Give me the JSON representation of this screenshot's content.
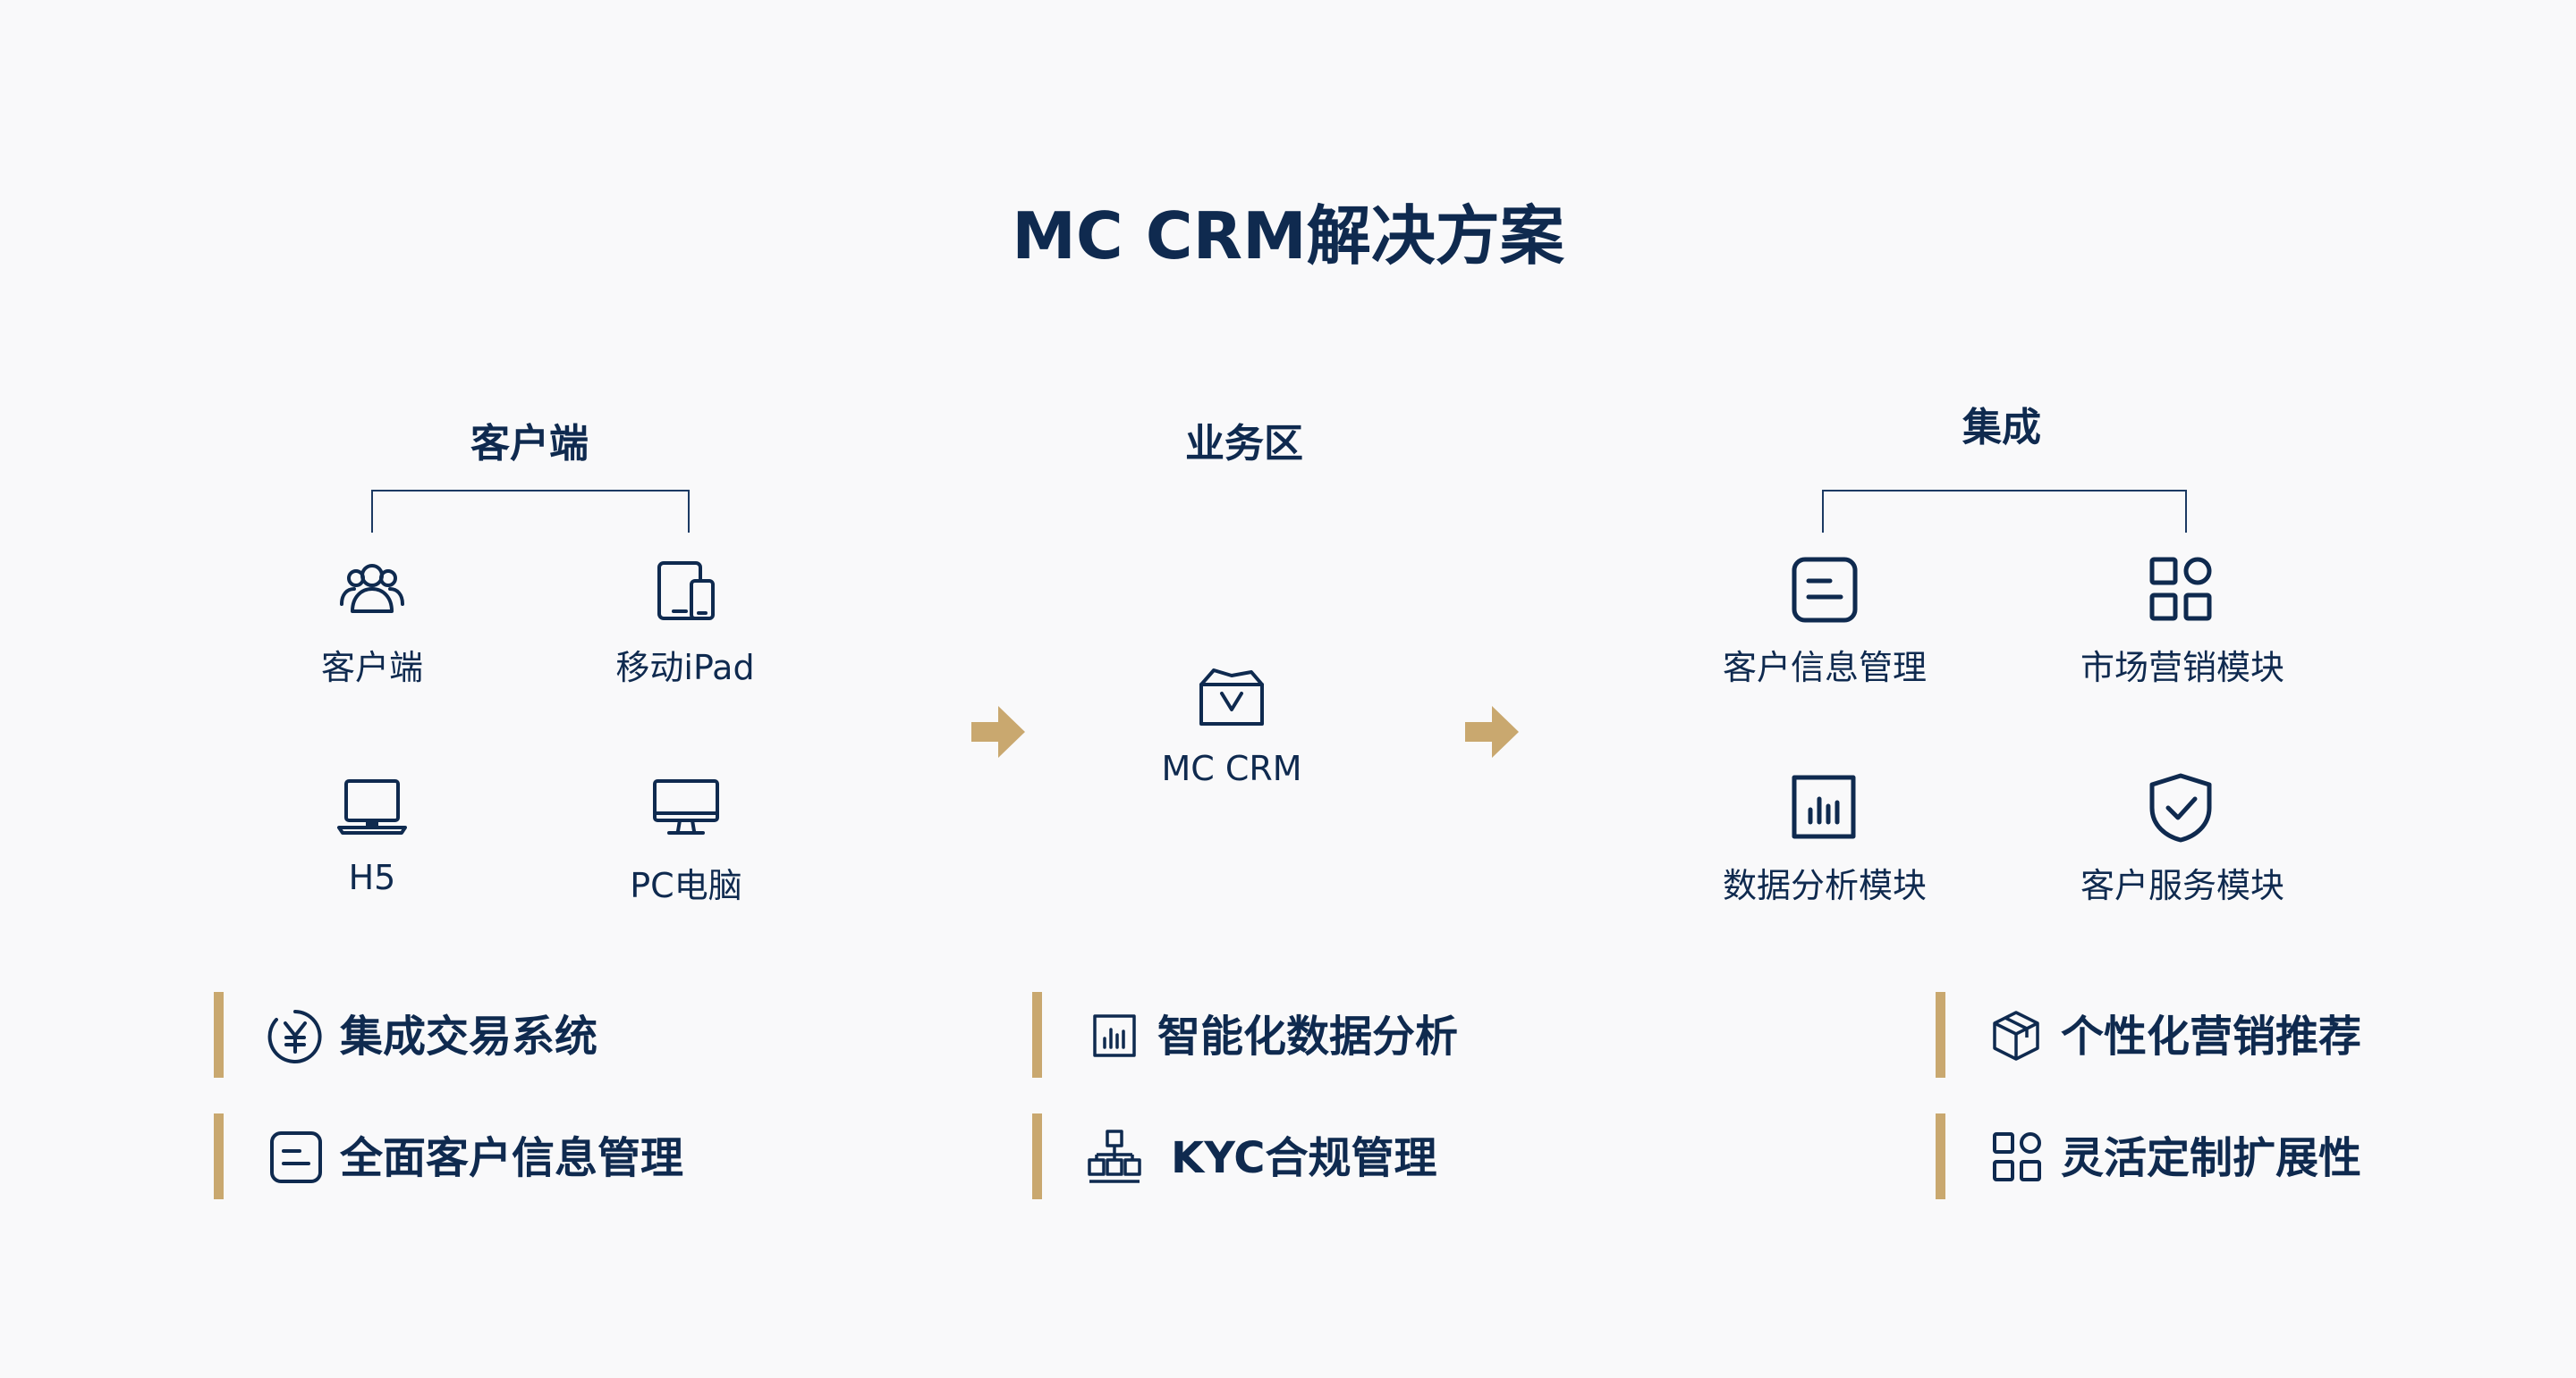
{
  "title": "MC CRM解决方案",
  "sections": {
    "client": {
      "title": "客户端",
      "items": [
        {
          "label": "客户端",
          "icon": "users-icon"
        },
        {
          "label": "移动iPad",
          "icon": "tablet-phone-icon"
        },
        {
          "label": "H5",
          "icon": "laptop-icon"
        },
        {
          "label": "PC电脑",
          "icon": "monitor-icon"
        }
      ]
    },
    "business": {
      "title": "业务区",
      "items": [
        {
          "label": "MC CRM",
          "icon": "folder-check-icon"
        }
      ]
    },
    "integration": {
      "title": "集成",
      "items": [
        {
          "label": "客户信息管理",
          "icon": "list-card-icon"
        },
        {
          "label": "市场营销模块",
          "icon": "grid-apps-icon"
        },
        {
          "label": "数据分析模块",
          "icon": "bar-chart-icon"
        },
        {
          "label": "客户服务模块",
          "icon": "shield-check-icon"
        }
      ]
    }
  },
  "features": [
    {
      "text": "集成交易系统",
      "icon": "yen-circle-icon"
    },
    {
      "text": "全面客户信息管理",
      "icon": "list-card-icon"
    },
    {
      "text": "智能化数据分析",
      "icon": "bar-chart-icon"
    },
    {
      "text": "KYC合规管理",
      "icon": "org-chart-icon"
    },
    {
      "text": "个性化营销推荐",
      "icon": "cube-icon"
    },
    {
      "text": "灵活定制扩展性",
      "icon": "grid-apps-icon"
    }
  ],
  "colors": {
    "text": "#0f2a4f",
    "accent": "#c9a86f",
    "background": "#f9f9fa"
  }
}
